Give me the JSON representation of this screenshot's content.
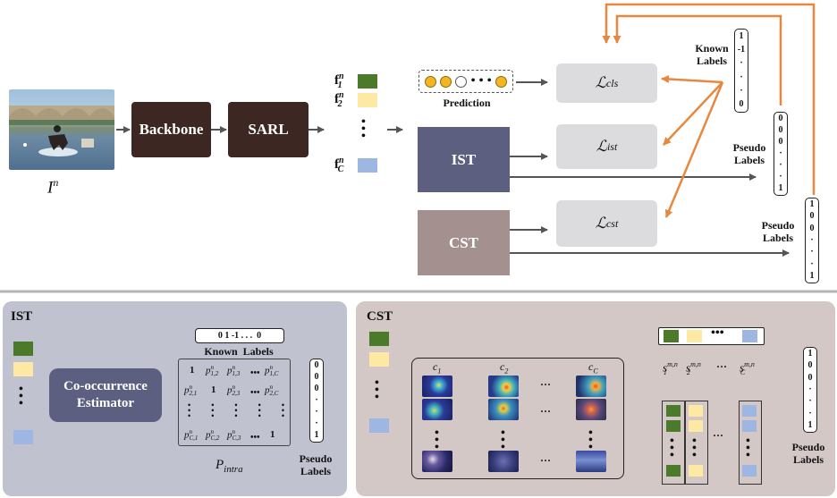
{
  "top": {
    "input_label_base": "I",
    "input_label_sup": "n",
    "backbone_label": "Backbone",
    "sarl_label": "SARL",
    "features": [
      {
        "base": "f",
        "sup": "n",
        "sub": "1",
        "color": "#4c7a2b"
      },
      {
        "base": "f",
        "sup": "n",
        "sub": "2",
        "color": "#fde9a4"
      },
      {
        "base": "f",
        "sup": "n",
        "sub": "C",
        "color": "#9db6e2"
      }
    ],
    "prediction_label": "Prediction",
    "ist_label": "IST",
    "cst_label": "CST",
    "losses": [
      {
        "base": "ℒ",
        "sub": "cls"
      },
      {
        "base": "ℒ",
        "sub": "ist"
      },
      {
        "base": "ℒ",
        "sub": "cst"
      }
    ],
    "known_labels_line1": "Known",
    "known_labels_line2": "Labels",
    "pseudo_labels_line1": "Pseudo",
    "pseudo_labels_line2": "Labels",
    "known_vector": [
      "1",
      "-1",
      "·",
      "·",
      "·",
      "0"
    ],
    "pseudo_vector_1": [
      "0",
      "0",
      "0",
      "·",
      "·",
      "·",
      "1"
    ],
    "pseudo_vector_2": [
      "1",
      "0",
      "0",
      "·",
      "·",
      "·",
      "1"
    ]
  },
  "ist_panel": {
    "title": "IST",
    "estimator_line1": "Co-occurrence",
    "estimator_line2": "Estimator",
    "known_vector_text": "0 1 -1 . . .  0",
    "known_labels": "Known  Labels",
    "matrix_label_base": "P",
    "matrix_label_sub": "intra",
    "matrix_cells": [
      {
        "t": "1"
      },
      {
        "t": "p",
        "sup": "n",
        "sub": "1,2"
      },
      {
        "t": "p",
        "sup": "n",
        "sub": "1,3"
      },
      {
        "t": "p",
        "sup": "n",
        "sub": "1,C"
      },
      {
        "t": "p",
        "sup": "n",
        "sub": "2,1"
      },
      {
        "t": "1"
      },
      {
        "t": "p",
        "sup": "n",
        "sub": "2,3"
      },
      {
        "t": "p",
        "sup": "n",
        "sub": "2,C"
      },
      {
        "t": "p",
        "sup": "n",
        "sub": "C,1"
      },
      {
        "t": "p",
        "sup": "n",
        "sub": "C,2"
      },
      {
        "t": "p",
        "sup": "n",
        "sub": "C,3"
      },
      {
        "t": "1"
      }
    ],
    "pseudo_vector": [
      "0",
      "0",
      "0",
      "·",
      "·",
      "·",
      "1"
    ],
    "pseudo_line1": "Pseudo",
    "pseudo_line2": "Labels"
  },
  "cst_panel": {
    "title": "CST",
    "class_headers": [
      {
        "base": "c",
        "sub": "1"
      },
      {
        "base": "c",
        "sub": "2"
      },
      {
        "base": "c",
        "sub": "C"
      }
    ],
    "similarities": [
      {
        "base": "s",
        "sup": "m,n",
        "sub": "1"
      },
      {
        "base": "s",
        "sup": "m,n",
        "sub": "2"
      },
      {
        "base": "s",
        "sup": "m,n",
        "sub": "C"
      }
    ],
    "pseudo_vector": [
      "1",
      "0",
      "0",
      "·",
      "·",
      "·",
      "1"
    ],
    "pseudo_line1": "Pseudo",
    "pseudo_line2": "Labels"
  },
  "colors": {
    "feature_green": "#4c7a2b",
    "feature_yellow": "#fde9a4",
    "feature_blue": "#9db6e2",
    "dark_box": "#3d2722",
    "ist_box": "#5c5f80",
    "cst_box": "#a59090",
    "loss_box": "#dcdcdf",
    "ist_panel_bg": "#c0c2cf",
    "cst_panel_bg": "#d3c8c6",
    "orange_arrow": "#e8873f",
    "estimator_box": "#5c5f80"
  },
  "icons": [
    "input-photo-icon",
    "heatmap-thumbnail-icon"
  ]
}
